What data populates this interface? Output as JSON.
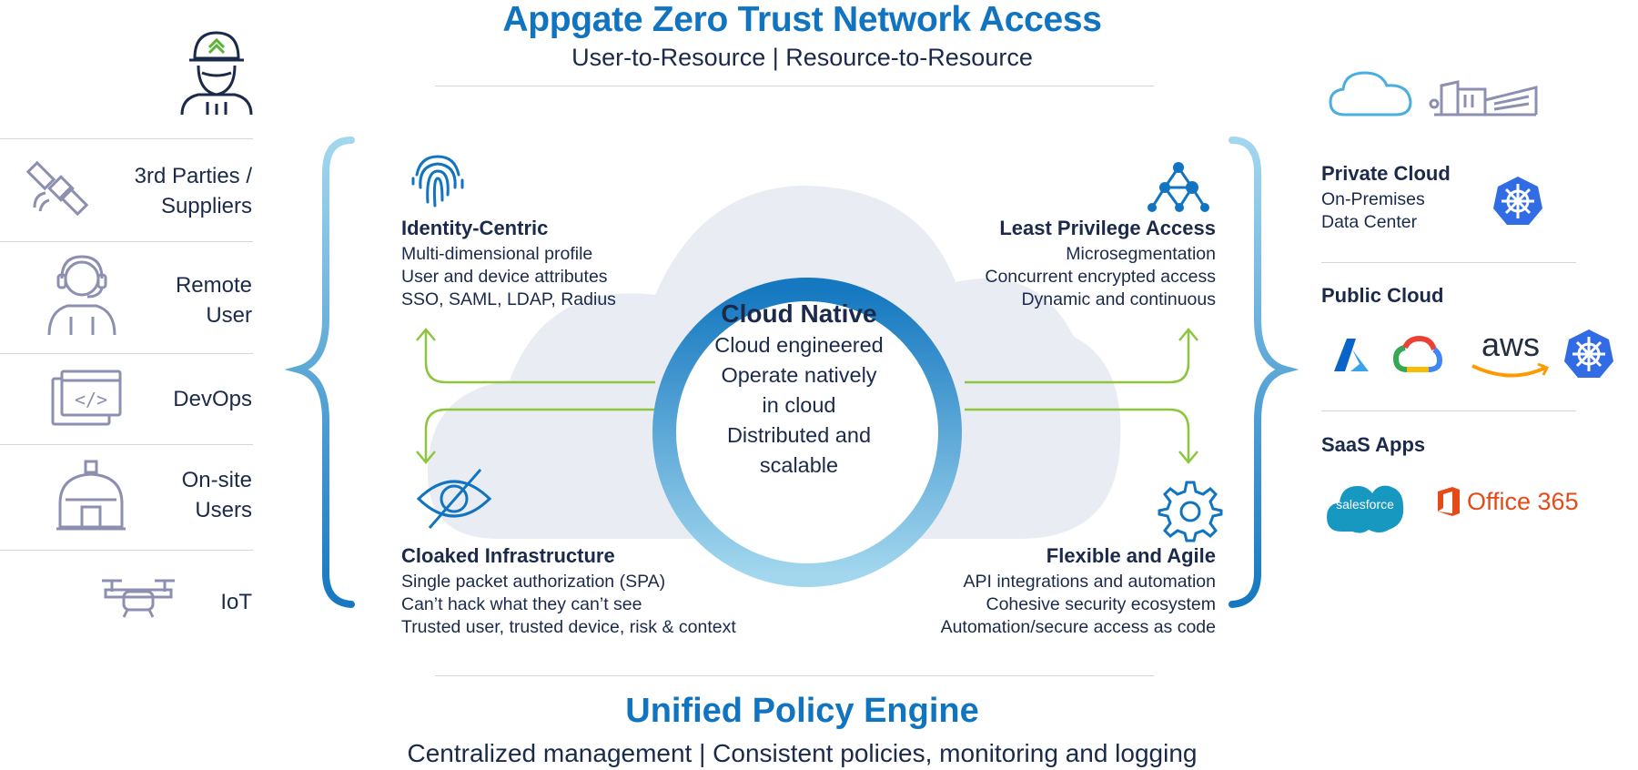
{
  "header": {
    "title": "Appgate Zero Trust Network Access",
    "subtitle": "User-to-Resource  |  Resource-to-Resource"
  },
  "left_users": [
    {
      "label": "3rd Parties / Suppliers",
      "lines": [
        "3rd Parties /",
        "Suppliers"
      ],
      "icon": "satellite-icon"
    },
    {
      "label": "Remote User",
      "lines": [
        "Remote",
        "User"
      ],
      "icon": "headset-user-icon"
    },
    {
      "label": "DevOps",
      "lines": [
        "DevOps"
      ],
      "icon": "code-window-icon"
    },
    {
      "label": "On-site Users",
      "lines": [
        "On-site",
        "Users"
      ],
      "icon": "dome-building-icon"
    },
    {
      "label": "IoT",
      "lines": [
        "IoT"
      ],
      "icon": "drone-icon"
    }
  ],
  "capabilities": {
    "identity": {
      "title": "Identity-Centric",
      "lines": [
        "Multi-dimensional profile",
        "User and device attributes",
        "SSO, SAML, LDAP, Radius"
      ]
    },
    "least_privilege": {
      "title": "Least Privilege Access",
      "lines": [
        "Microsegmentation",
        "Concurrent encrypted access",
        "Dynamic and continuous"
      ]
    },
    "cloaked": {
      "title": "Cloaked Infrastructure",
      "lines": [
        "Single packet authorization (SPA)",
        "Can’t hack what they can’t see",
        "Trusted user, trusted device, risk & context"
      ]
    },
    "flexible": {
      "title": "Flexible and Agile",
      "lines": [
        "API integrations and automation",
        "Cohesive security ecosystem",
        "Automation/secure access as code"
      ]
    }
  },
  "center": {
    "title": "Cloud Native",
    "lines": [
      "Cloud engineered",
      "Operate natively",
      "in cloud",
      "Distributed and",
      "scalable"
    ]
  },
  "resources": {
    "private": {
      "title": "Private Cloud",
      "lines": [
        "On-Premises",
        "Data Center"
      ]
    },
    "public": {
      "title": "Public Cloud"
    },
    "saas": {
      "title": "SaaS Apps"
    }
  },
  "logos": {
    "aws": "aws",
    "salesforce": "salesforce",
    "office365": "Office 365"
  },
  "footer": {
    "title": "Unified Policy Engine",
    "subtitle": "Centralized management  |  Consistent policies, monitoring and logging"
  },
  "colors": {
    "brand_blue": "#1174c0",
    "navy_text": "#1b2a4a",
    "icon_gray": "#8d8fb0",
    "green_arrow": "#8cc63f",
    "ring_light": "#a3d7ee",
    "ring_dark": "#1578c0",
    "cloud_fill": "#e9ecf2"
  }
}
